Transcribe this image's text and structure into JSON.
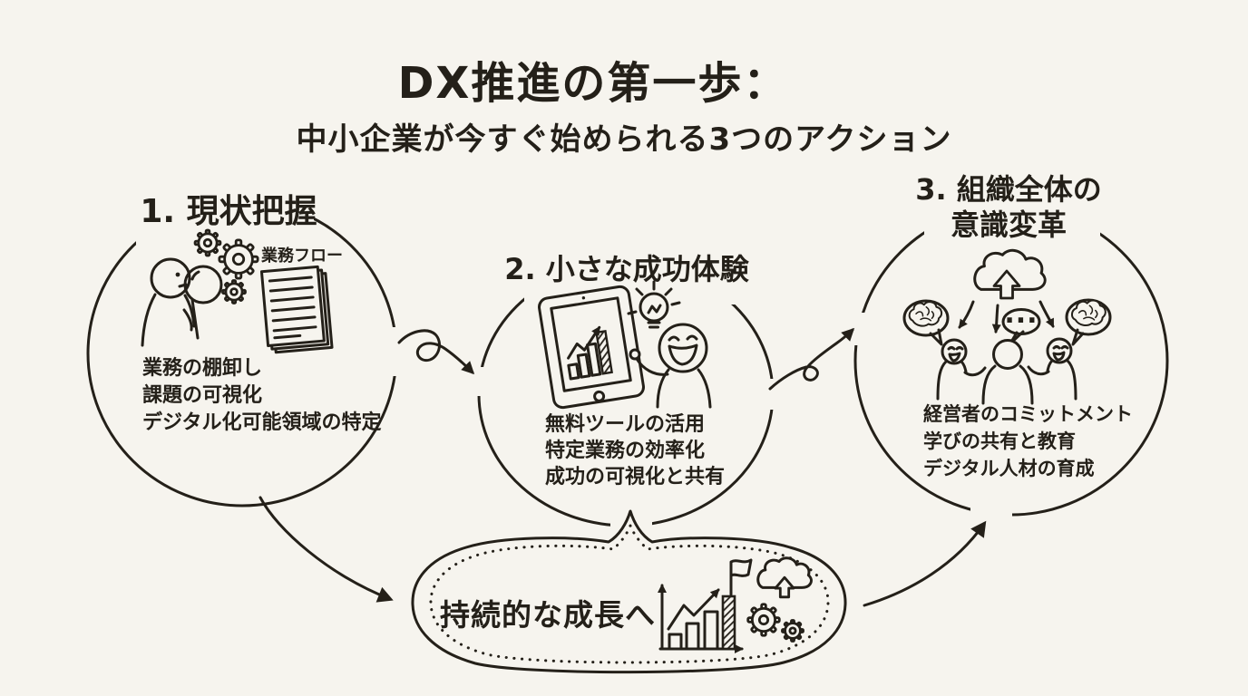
{
  "canvas": {
    "bg": "#f6f4ee",
    "ink": "#242019"
  },
  "title": "DX推進の第一歩：",
  "subtitle": "中小企業が今すぐ始められる3つのアクション",
  "steps": [
    {
      "heading": "1. 現状把握",
      "doc_label": "業務フロー",
      "items": [
        "業務の棚卸し",
        "課題の可視化",
        "デジタル化可能領域の特定"
      ],
      "icons": [
        "gears-icon",
        "person-magnifier-icon",
        "documents-icon"
      ]
    },
    {
      "heading": "2. 小さな成功体験",
      "items": [
        "無料ツールの活用",
        "特定業務の効率化",
        "成功の可視化と共有"
      ],
      "icons": [
        "tablet-growth-chart-icon",
        "lightbulb-icon",
        "happy-person-icon"
      ]
    },
    {
      "heading_line1": "3. 組織全体の",
      "heading_line2": "意識変革",
      "ellipsis": "...",
      "items": [
        "経営者のコミットメント",
        "学びの共有と教育",
        "デジタル人材の育成"
      ],
      "icons": [
        "cloud-upload-icon",
        "team-discussion-icon",
        "brain-speech-bubbles-icon"
      ]
    }
  ],
  "goal": {
    "label": "持続的な成長へ",
    "icons": [
      "growth-chart-flag-icon",
      "cloud-upload-icon",
      "gears-icon"
    ]
  },
  "arrows": [
    "step1-to-step2",
    "step2-to-step3",
    "step1-to-goal",
    "goal-to-step3"
  ]
}
